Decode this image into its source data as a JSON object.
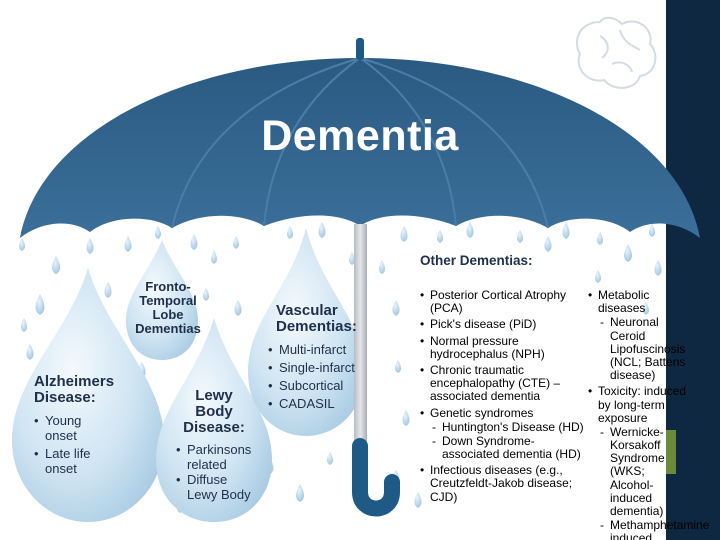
{
  "title": "Dementia",
  "groups": {
    "alzheimers": {
      "heading": "Alzheimers Disease:",
      "items": [
        "Young onset",
        "Late life onset"
      ]
    },
    "frontotemporal": {
      "heading": "Fronto-Temporal Lobe Dementias"
    },
    "lewy": {
      "heading": "Lewy Body Disease:",
      "items": [
        "Parkinsons related",
        "Diffuse Lewy Body"
      ]
    },
    "vascular": {
      "heading": "Vascular Dementias:",
      "items": [
        "Multi-infarct",
        "Single-infarct",
        "Subcortical",
        "CADASIL"
      ]
    }
  },
  "other": {
    "heading": "Other Dementias:",
    "left": [
      {
        "label": "Posterior Cortical Atrophy (PCA)",
        "sub": []
      },
      {
        "label": "Pick's disease (PiD)",
        "sub": []
      },
      {
        "label": "Normal pressure hydrocephalus (NPH)",
        "sub": []
      },
      {
        "label": "Chronic traumatic encephalopathy (CTE) – associated dementia",
        "sub": []
      },
      {
        "label": "Genetic syndromes",
        "sub": [
          "Huntington's Disease (HD)",
          "Down Syndrome-associated dementia (HD)"
        ]
      },
      {
        "label": "Infectious diseases (e.g., Creutzfeldt-Jakob disease; CJD)",
        "sub": []
      }
    ],
    "right": [
      {
        "label": "Metabolic diseases",
        "sub": [
          "Neuronal Ceroid Lipofuscinosis (NCL; Battens disease)"
        ]
      },
      {
        "label": "Toxicity: induced by long-term exposure",
        "sub": [
          "Wernicke-Korsakoff Syndrome (WKS; Alcohol-induced dementia)",
          "Methamphetamine induced"
        ]
      }
    ]
  },
  "colors": {
    "canopy": "#2f5f87",
    "canopy_light": "#4b7da6",
    "drop": "#b7d6ec",
    "handle": "#1f5a86",
    "sidebar": "#0e2841",
    "text": "#1f2f4a"
  }
}
